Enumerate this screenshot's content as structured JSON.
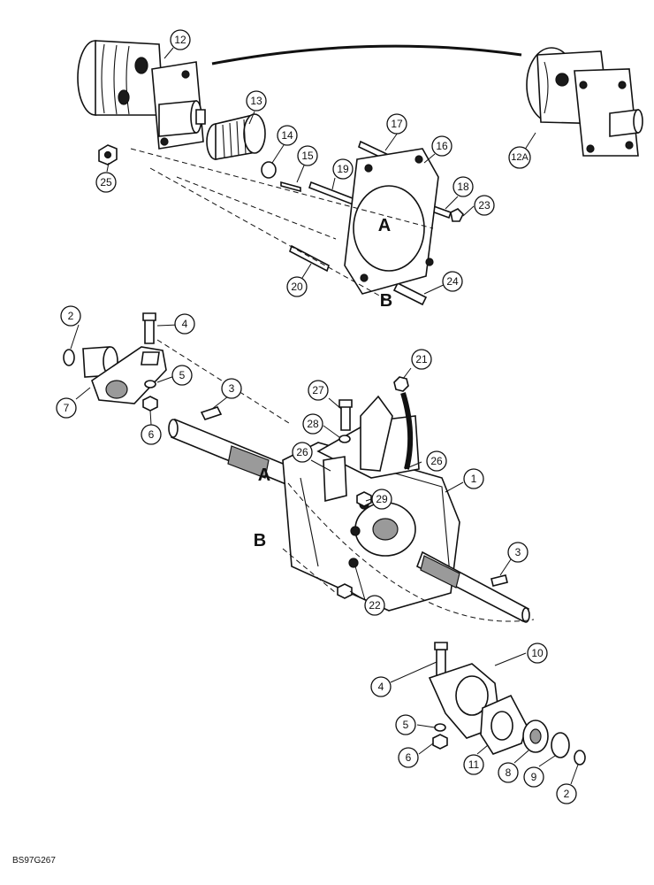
{
  "figure_code": "BS97G267",
  "reference_letters": {
    "a": "A",
    "b": "B"
  },
  "callouts": [
    {
      "id": "c12",
      "label": "12"
    },
    {
      "id": "c12a",
      "label": "12A"
    },
    {
      "id": "c13",
      "label": "13"
    },
    {
      "id": "c14",
      "label": "14"
    },
    {
      "id": "c15",
      "label": "15"
    },
    {
      "id": "c16",
      "label": "16"
    },
    {
      "id": "c17",
      "label": "17"
    },
    {
      "id": "c18",
      "label": "18"
    },
    {
      "id": "c19",
      "label": "19"
    },
    {
      "id": "c20",
      "label": "20"
    },
    {
      "id": "c23",
      "label": "23"
    },
    {
      "id": "c24",
      "label": "24"
    },
    {
      "id": "c25",
      "label": "25"
    },
    {
      "id": "c2a",
      "label": "2"
    },
    {
      "id": "c4a",
      "label": "4"
    },
    {
      "id": "c5a",
      "label": "5"
    },
    {
      "id": "c6a",
      "label": "6"
    },
    {
      "id": "c7",
      "label": "7"
    },
    {
      "id": "c3a",
      "label": "3"
    },
    {
      "id": "c21",
      "label": "21"
    },
    {
      "id": "c27",
      "label": "27"
    },
    {
      "id": "c28",
      "label": "28"
    },
    {
      "id": "c26a",
      "label": "26"
    },
    {
      "id": "c26b",
      "label": "26"
    },
    {
      "id": "c1",
      "label": "1"
    },
    {
      "id": "c29",
      "label": "29"
    },
    {
      "id": "c3b",
      "label": "3"
    },
    {
      "id": "c22",
      "label": "22"
    },
    {
      "id": "c10",
      "label": "10"
    },
    {
      "id": "c4b",
      "label": "4"
    },
    {
      "id": "c5b",
      "label": "5"
    },
    {
      "id": "c6b",
      "label": "6"
    },
    {
      "id": "c11",
      "label": "11"
    },
    {
      "id": "c8",
      "label": "8"
    },
    {
      "id": "c9",
      "label": "9"
    },
    {
      "id": "c2b",
      "label": "2"
    }
  ]
}
